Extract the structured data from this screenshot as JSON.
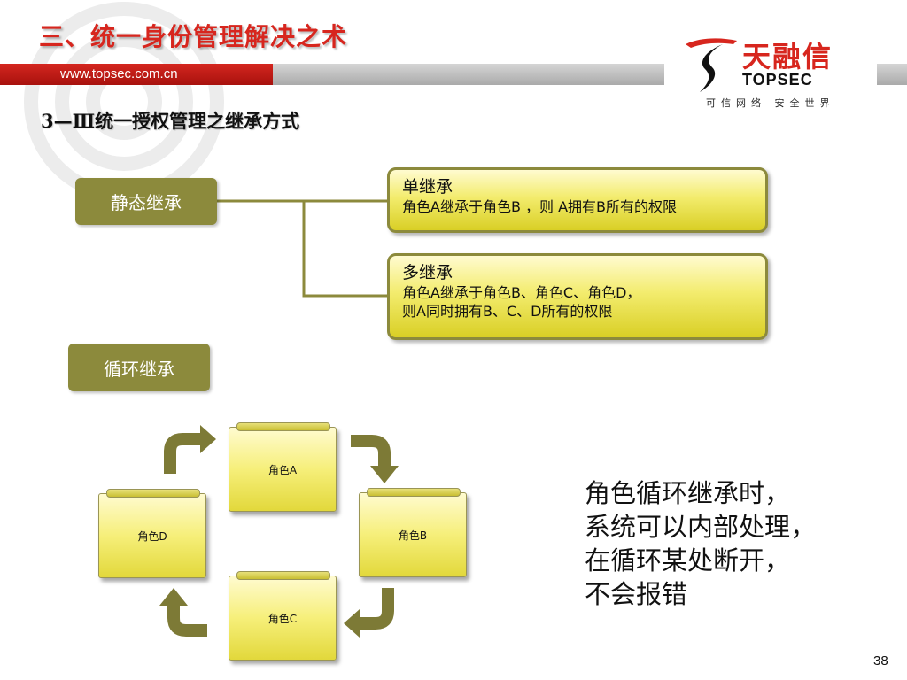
{
  "slide": {
    "title": "三、统一身份管理解决之术",
    "url": "www.topsec.com.cn",
    "subtitle": "3—Ⅲ统一授权管理之继承方式",
    "page_number": "38"
  },
  "logo": {
    "name_cn": "天融信",
    "name_en": "TOPSEC",
    "tagline": "可信网络 安全世界",
    "icon": "topsec-logo-icon"
  },
  "static_inheritance": {
    "label": "静态继承",
    "single": {
      "title": "单继承",
      "line1": "角色A继承于角色B ，则 A拥有B所有的权限"
    },
    "multiple": {
      "title": "多继承",
      "line1": "角色A继承于角色B、角色C、角色D，",
      "line2": "则A同时拥有B、C、D所有的权限"
    }
  },
  "cyclic_inheritance": {
    "label": "循环继承",
    "roles": {
      "a": "角色A",
      "b": "角色B",
      "c": "角色C",
      "d": "角色D"
    },
    "note": [
      "角色循环继承时，",
      "系统可以内部处理，",
      "在循环某处断开，",
      "不会报错"
    ]
  },
  "colors": {
    "title_red": "#d7261e",
    "olive": "#8c8a3c",
    "box_yellow": "#f3ec6e"
  }
}
